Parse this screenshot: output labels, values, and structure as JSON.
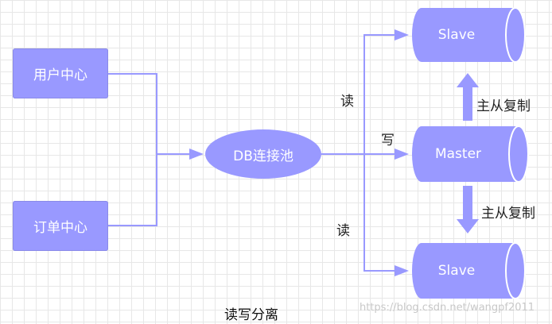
{
  "nodes": {
    "user_center": "用户中心",
    "order_center": "订单中心",
    "db_pool": "DB连接池",
    "slave_top": "Slave",
    "master": "Master",
    "slave_bottom": "Slave"
  },
  "edge_labels": {
    "read_top": "读",
    "write": "写",
    "read_bottom": "读",
    "replicate_top": "主从复制",
    "replicate_bottom": "主从复制"
  },
  "caption": "读写分离",
  "watermark": "https://blog.csdn.net/wangpf2011",
  "colors": {
    "node_fill": "#9999ff",
    "line": "#9999ff",
    "node_text": "#ffffff"
  }
}
